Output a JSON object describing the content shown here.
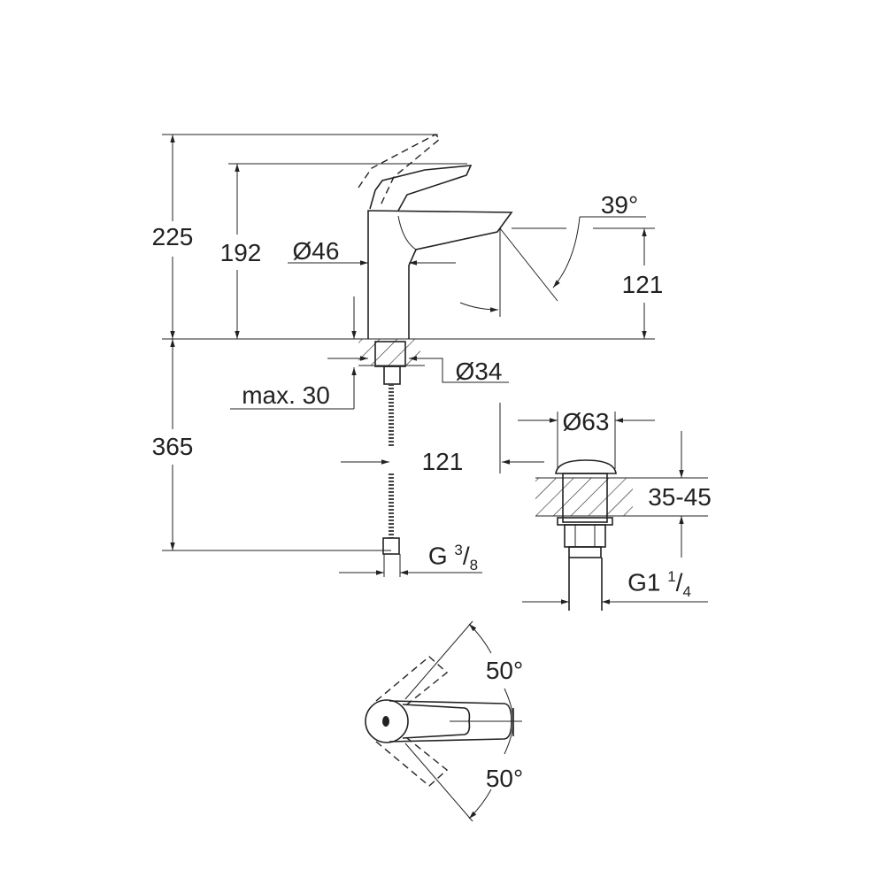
{
  "dimensions": {
    "total_height": "225",
    "lever_height": "192",
    "body_diameter": "Ø46",
    "spout_angle": "39°",
    "spout_height": "121",
    "shank_diameter": "Ø34",
    "max_deck_thickness": "max. 30",
    "hose_length": "365",
    "spout_reach": "121",
    "hose_connection": {
      "prefix": "G",
      "num": "3",
      "den": "8"
    },
    "drain_diameter": "Ø63",
    "drain_deck_thickness": "35-45",
    "drain_thread": {
      "prefix": "G1",
      "num": "1",
      "den": "4"
    },
    "lever_rotation_left": "50°",
    "lever_rotation_right": "50°"
  },
  "colors": {
    "line": "#222222",
    "background": "#ffffff"
  }
}
